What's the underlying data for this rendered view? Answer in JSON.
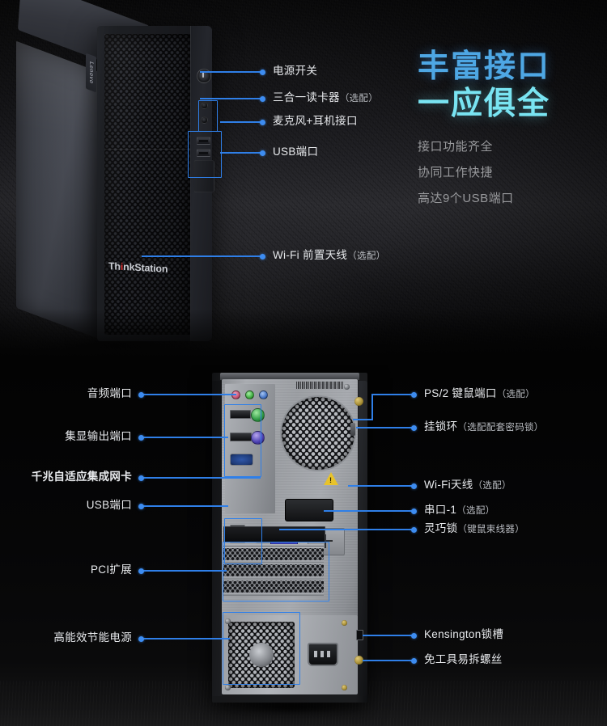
{
  "headline": {
    "line1": "丰富接口",
    "line2": "一应俱全",
    "sub": [
      "接口功能齐全",
      "协同工作快捷",
      "高达9个USB端口"
    ]
  },
  "product": {
    "brand_logo": "ThinkStation",
    "vendor_logo": "Lenovo"
  },
  "top_callouts": [
    {
      "id": "power-switch",
      "label": "电源开关",
      "option": ""
    },
    {
      "id": "card-reader",
      "label": "三合一读卡器",
      "option": "（选配）"
    },
    {
      "id": "mic-headphone",
      "label": "麦克风+耳机接口",
      "option": ""
    },
    {
      "id": "usb-ports",
      "label": "USB端口",
      "option": ""
    },
    {
      "id": "wifi-antenna",
      "label": "Wi-Fi 前置天线",
      "option": "（选配）"
    }
  ],
  "bottom_callouts_left": [
    {
      "id": "audio-ports",
      "label": "音频端口",
      "option": ""
    },
    {
      "id": "igpu-output",
      "label": "集显输出端口",
      "option": ""
    },
    {
      "id": "gigabit-lan",
      "label": "千兆自适应集成网卡",
      "option": ""
    },
    {
      "id": "usb-ports-rear",
      "label": "USB端口",
      "option": ""
    },
    {
      "id": "pci-expansion",
      "label": "PCI扩展",
      "option": ""
    },
    {
      "id": "power-supply",
      "label": "高能效节能电源",
      "option": ""
    }
  ],
  "bottom_callouts_right": [
    {
      "id": "ps2-port",
      "label": "PS/2 键鼠端口",
      "option": "（选配）"
    },
    {
      "id": "padlock-loop",
      "label": "挂锁环",
      "option": "（选配配套密码锁）"
    },
    {
      "id": "wifi-antenna-rear",
      "label": "Wi-Fi天线",
      "option": "（选配）"
    },
    {
      "id": "serial-port-1",
      "label": "串口-1",
      "option": "（选配）"
    },
    {
      "id": "smart-lock",
      "label": "灵巧锁",
      "option": "（键鼠束线器）"
    },
    {
      "id": "kensington-slot",
      "label": "Kensington锁槽",
      "option": ""
    },
    {
      "id": "toolless-screw",
      "label": "免工具易拆螺丝",
      "option": ""
    }
  ],
  "colors": {
    "accent_line": "#2f7fe8",
    "accent_dot": "#3d8cf0",
    "headline_top": "#4ea7e4",
    "headline_bottom": "#79e4f2",
    "subtitle": "#98999c",
    "label_text": "#e8eaed",
    "background": "#050505"
  }
}
